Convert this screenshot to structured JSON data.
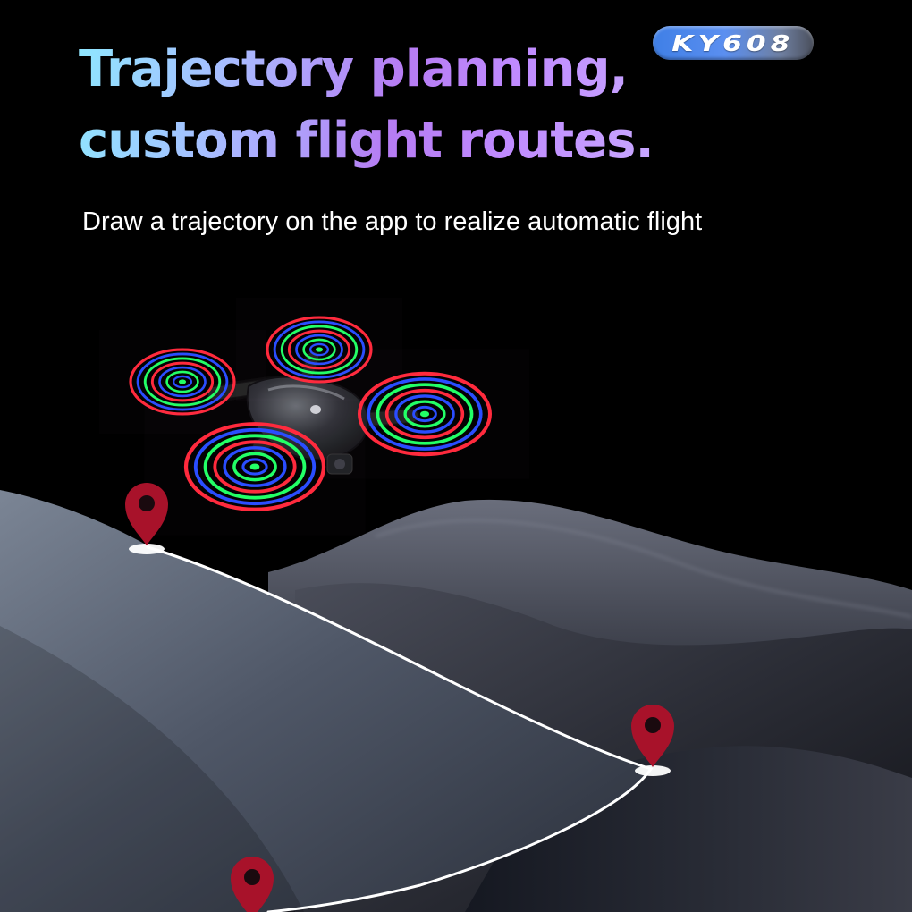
{
  "headline": {
    "line1": "Trajectory planning,",
    "line2": "custom flight routes."
  },
  "badge": {
    "model": "KY608"
  },
  "subtitle": "Draw a trajectory on the app to realize automatic flight",
  "scene": {
    "propellers": [
      "propeller-top",
      "propeller-left",
      "propeller-right",
      "propeller-bottom"
    ],
    "waypoints": [
      "waypoint-pin-1",
      "waypoint-pin-2",
      "waypoint-pin-3"
    ],
    "colors": {
      "background": "#000000",
      "pin": "#a8122a",
      "route": "#ffffff",
      "ring_red": "#ff2a3c",
      "ring_blue": "#2a4dff",
      "ring_green": "#22ff66"
    },
    "icons": [
      "location-pin-icon"
    ]
  }
}
